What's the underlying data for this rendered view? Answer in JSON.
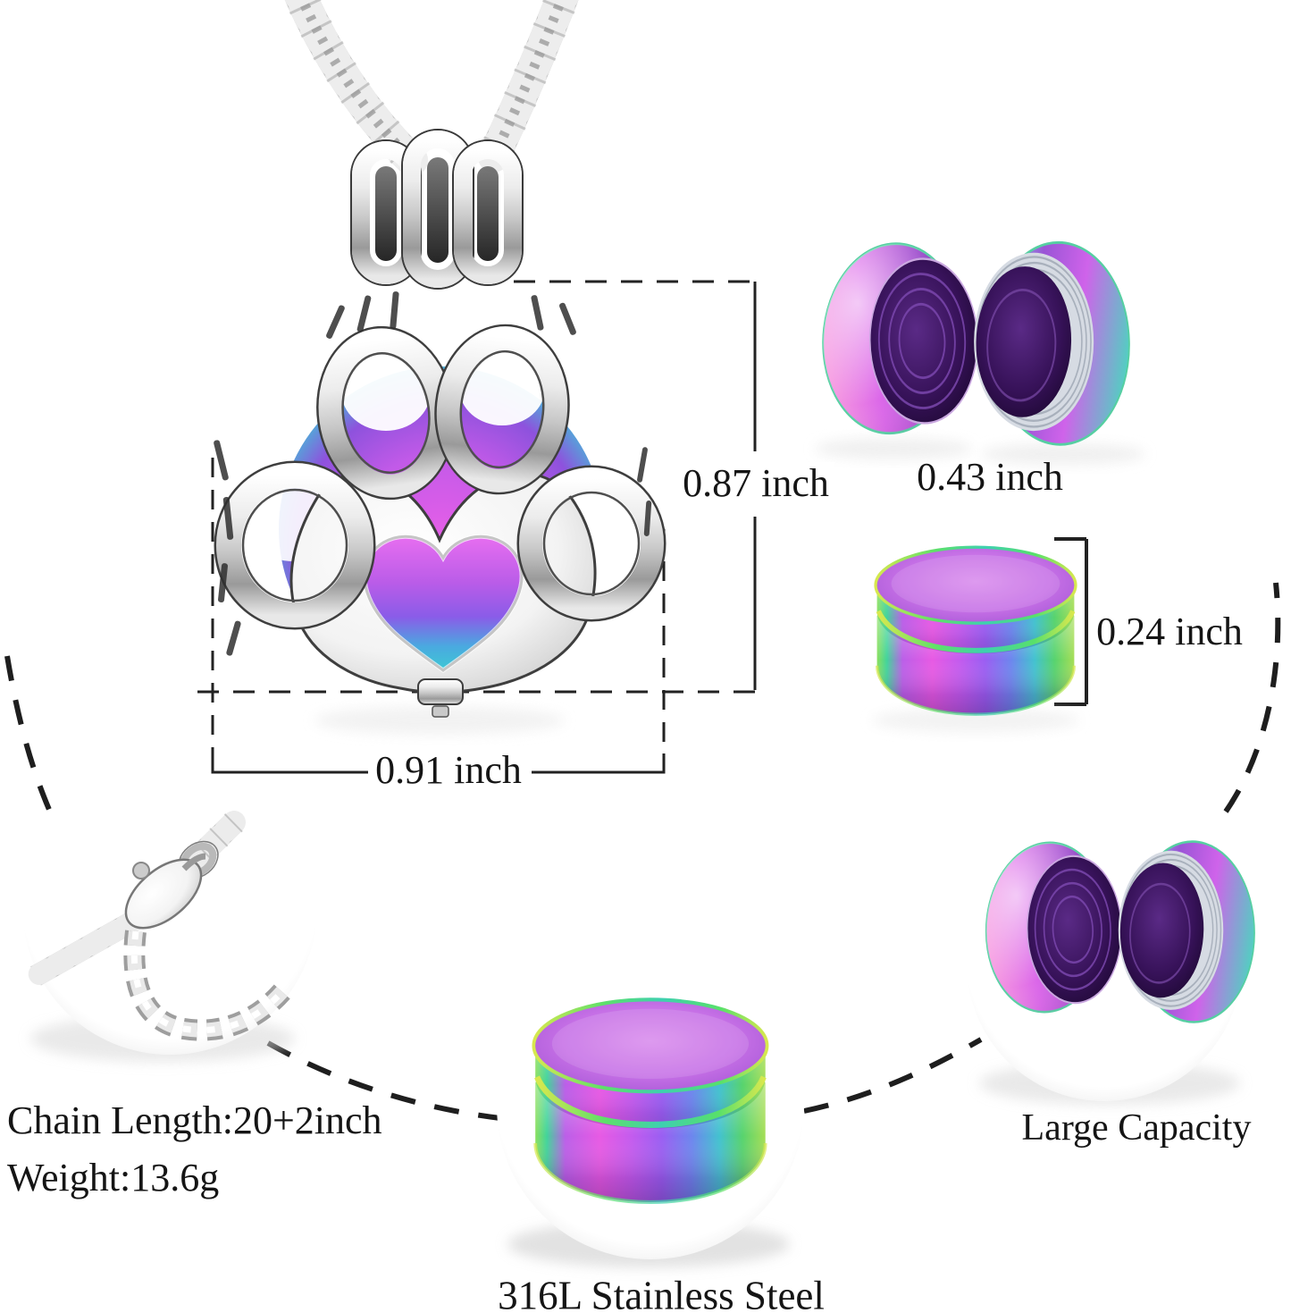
{
  "labels": {
    "pendant_height": "0.87 inch",
    "capsule_diameter": "0.43 inch",
    "capsule_height": "0.24 inch",
    "pendant_width": "0.91 inch",
    "chain_length": "Chain Length:20+2inch",
    "weight": "Weight:13.6g",
    "large_capacity": "Large Capacity",
    "material": "316L Stainless Steel"
  },
  "colors": {
    "background": "#ffffff",
    "annotation": "#1f1f1f",
    "text": "#151515",
    "silver": "#d6d6d6",
    "rainbow_magenta": "#e459e2",
    "rainbow_purple": "#9a5ef0",
    "rainbow_teal": "#3fc4cf",
    "rainbow_green": "#57d36e",
    "interior_purple": "#371259"
  }
}
